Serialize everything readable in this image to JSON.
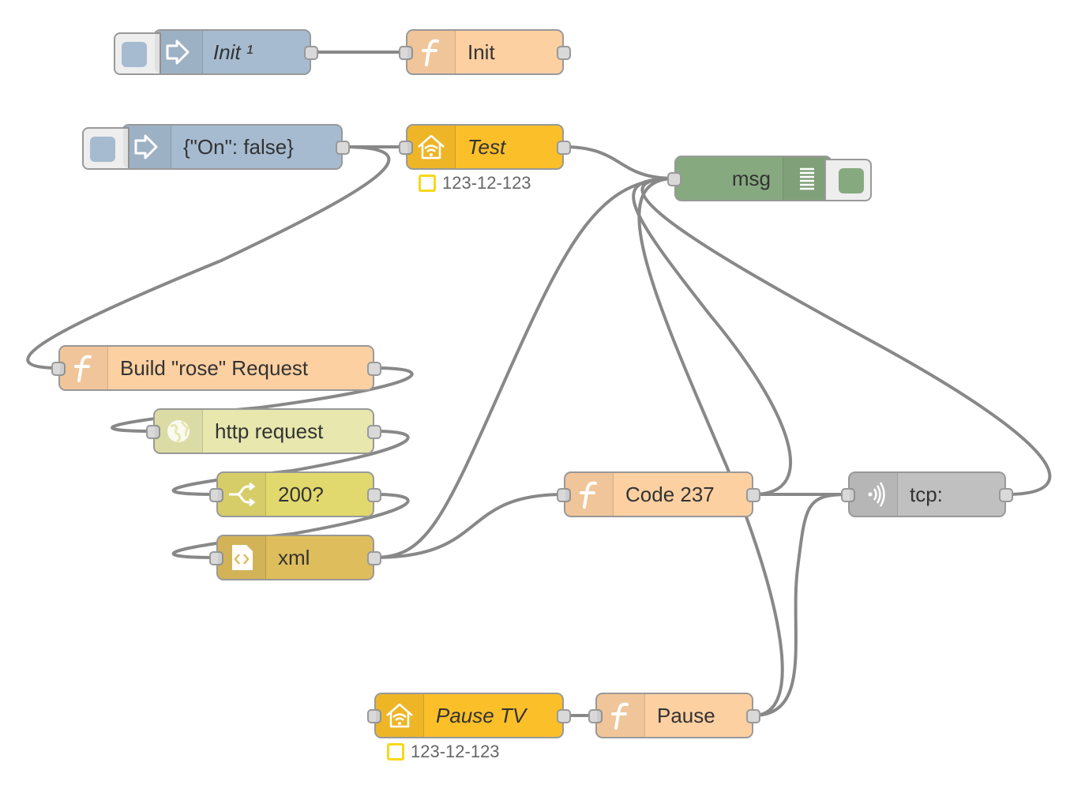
{
  "colors": {
    "inject": "#a6bbcf",
    "function": "#fdd0a2",
    "homekit": "#fbbf2a",
    "debug": "#87a980",
    "http": "#e7e7ae",
    "switch": "#e2d96e",
    "xml": "#debd5c",
    "tcp": "#c0c0c0",
    "wire": "#888888",
    "status": "#f7d81b"
  },
  "nodes": {
    "init_inject": {
      "label": "Init ¹",
      "icon": "inject-arrow-icon"
    },
    "init_function": {
      "label": "Init",
      "icon": "function-icon"
    },
    "on_false_inject": {
      "label": "{\"On\": false}",
      "icon": "inject-arrow-icon"
    },
    "test_homekit": {
      "label": "Test",
      "icon": "home-wifi-icon",
      "status": "123-12-123"
    },
    "msg_debug": {
      "label": "msg",
      "icon": "debug-list-icon"
    },
    "build_request": {
      "label": "Build \"rose\" Request",
      "icon": "function-icon"
    },
    "http_request": {
      "label": "http request",
      "icon": "globe-icon"
    },
    "switch_200": {
      "label": "200?",
      "icon": "switch-icon"
    },
    "xml": {
      "label": "xml",
      "icon": "file-code-icon"
    },
    "code_237": {
      "label": "Code 237",
      "icon": "function-icon"
    },
    "tcp": {
      "label": "tcp:",
      "icon": "tcp-wave-icon"
    },
    "pause_tv": {
      "label": "Pause TV",
      "icon": "home-wifi-icon",
      "status": "123-12-123"
    },
    "pause_function": {
      "label": "Pause",
      "icon": "function-icon"
    }
  }
}
